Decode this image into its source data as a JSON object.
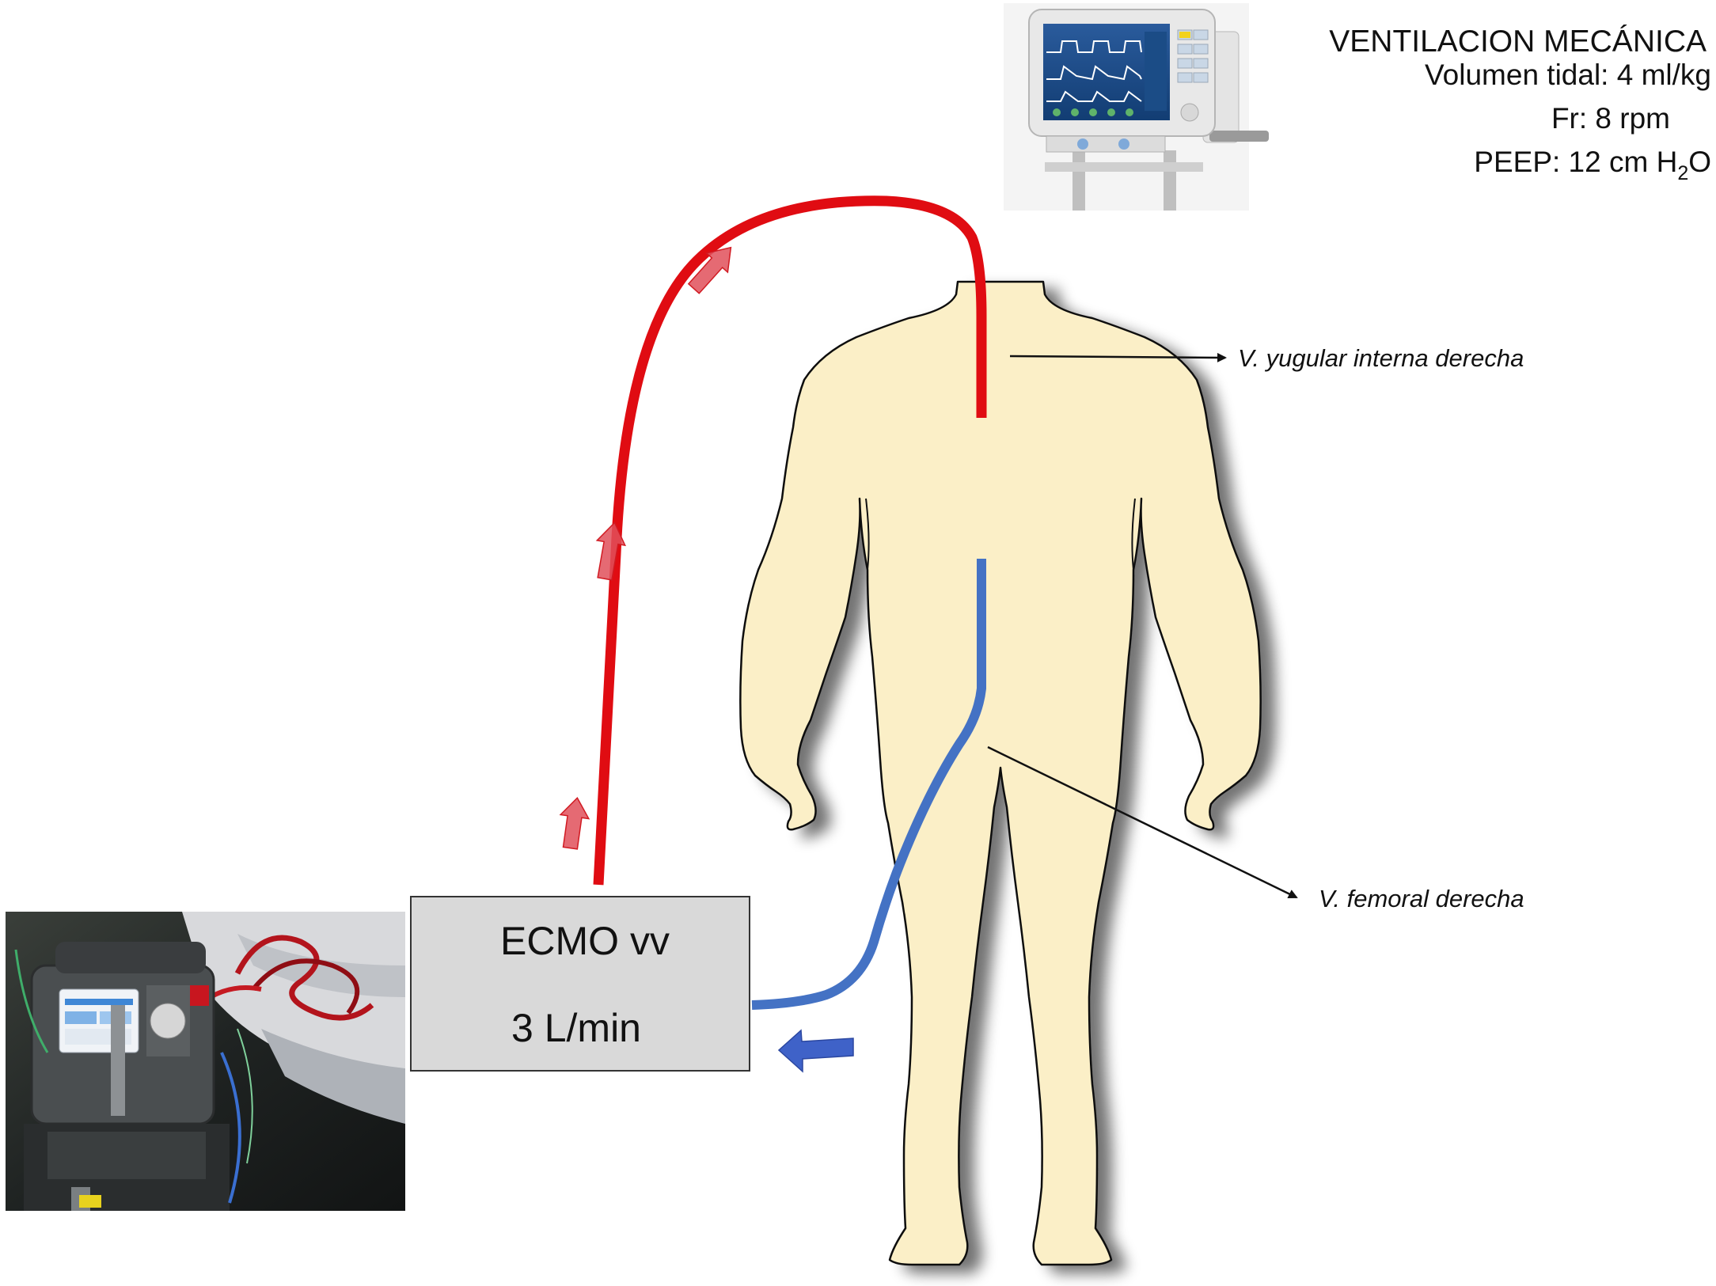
{
  "ventilation": {
    "title": "VENTILACION MECÁNICA",
    "tidal_volume": "Volumen tidal: 4 ml/kg",
    "rate": "Fr: 8 rpm",
    "peep_prefix": "PEEP: 12 cm H",
    "peep_sub": "2",
    "peep_suffix": "O"
  },
  "labels": {
    "jugular": "V. yugular interna derecha",
    "femoral": "V. femoral derecha"
  },
  "ecmo_box": {
    "mode": "ECMO vv",
    "flow": "3 L/min"
  },
  "colors": {
    "return_cannula": "#e00c12",
    "drain_cannula": "#4472c4",
    "body_fill": "#fbefc7",
    "box_fill": "#d9d9d9",
    "arrow_red": "#e0505a",
    "arrow_blue": "#3f62c8"
  },
  "icons": {
    "ventilator": "ventilator-photo",
    "ecmo_machine": "ecmo-machine-photo",
    "body": "human-body-silhouette"
  }
}
